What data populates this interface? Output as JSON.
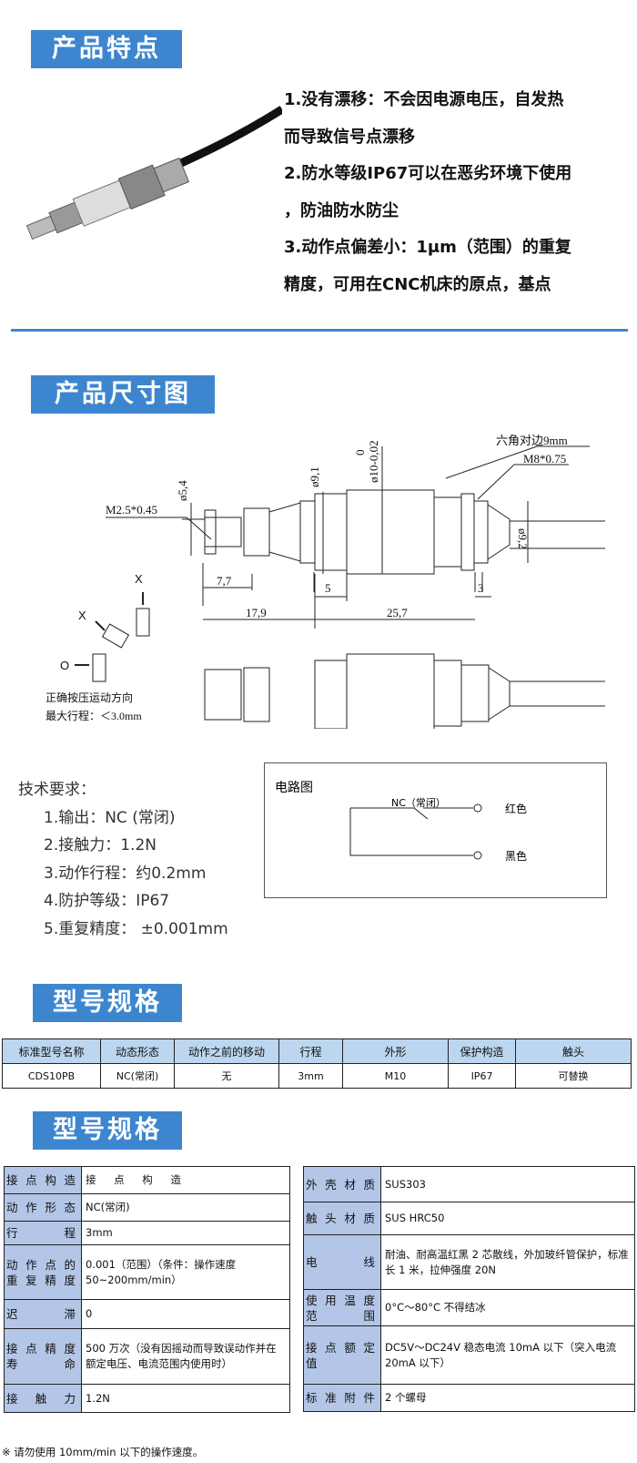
{
  "features": {
    "title": "产品特点",
    "lines": [
      "1.没有漂移：不会因电源电压，自发热",
      "而导致信号点漂移",
      "2.防水等级IP67可以在恶劣环境下使用",
      "，防油防水防尘",
      "3.动作点偏差小：1μm（范围）的重复",
      "精度，可用在CNC机床的原点，基点"
    ]
  },
  "dimensions": {
    "title": "产品尺寸图",
    "labels": {
      "d54": "ø5,4",
      "m25": "M2.5*0.45",
      "d91": "ø9,1",
      "d10a": "0",
      "d10b": "ø10-0,02",
      "hex": "六角对边9mm",
      "m8": "M8*0.75",
      "d92": "ø9,2",
      "l77": "7,7",
      "l5": "5",
      "l3": "3",
      "l179": "17,9",
      "l257": "25,7",
      "x1": "X",
      "x2": "X",
      "o": "O"
    },
    "direction": "正确按压运动方向",
    "stroke": "最大行程：＜3.0mm"
  },
  "tech": {
    "title": "技术要求：",
    "items": [
      "1.输出：NC (常闭)",
      "2.接触力：1.2N",
      "3.动作行程：约0.2mm",
      "4.防护等级：IP67",
      "5.重复精度： ±0.001mm"
    ]
  },
  "circuit": {
    "title": "电路图",
    "switch": "NC（常闭）",
    "red": "红色",
    "black": "黑色"
  },
  "model1": {
    "title": "型号规格",
    "headers": [
      "标准型号名称",
      "动态形态",
      "动作之前的移动",
      "行程",
      "外形",
      "保护构造",
      "触头"
    ],
    "row": [
      "CDS10PB",
      "NC(常闭)",
      "无",
      "3mm",
      "M10",
      "IP67",
      "可替换"
    ]
  },
  "model2": {
    "title": "型号规格",
    "left": [
      [
        "接点构造",
        "接 点 构 造"
      ],
      [
        "动作形态",
        "NC(常闭)"
      ],
      [
        "行程",
        "3mm"
      ],
      [
        "动作点的重复精度",
        "0.001（范围）（条件：操作速度50~200mm/min）"
      ],
      [
        "迟滞",
        "0"
      ],
      [
        "接点精度寿命",
        "500 万次（没有因摇动而导致误动作并在额定电压、电流范围内使用时）"
      ],
      [
        "接触力",
        "1.2N"
      ]
    ],
    "right": [
      [
        "外壳材质",
        "SUS303"
      ],
      [
        "触头材质",
        "SUS HRC50"
      ],
      [
        "电线",
        "耐油、耐高温红黑 2 芯散线，外加玻纤管保护，标准长 1 米，拉伸强度 20N"
      ],
      [
        "使用温度范围",
        "0°C～80°C 不得结冰"
      ],
      [
        "接点额定值",
        "DC5V～DC24V 稳态电流 10mA 以下（突入电流 20mA 以下）"
      ],
      [
        "标准附件",
        "2 个螺母"
      ]
    ],
    "note": "※ 请勿使用 10mm/min 以下的操作速度。"
  }
}
